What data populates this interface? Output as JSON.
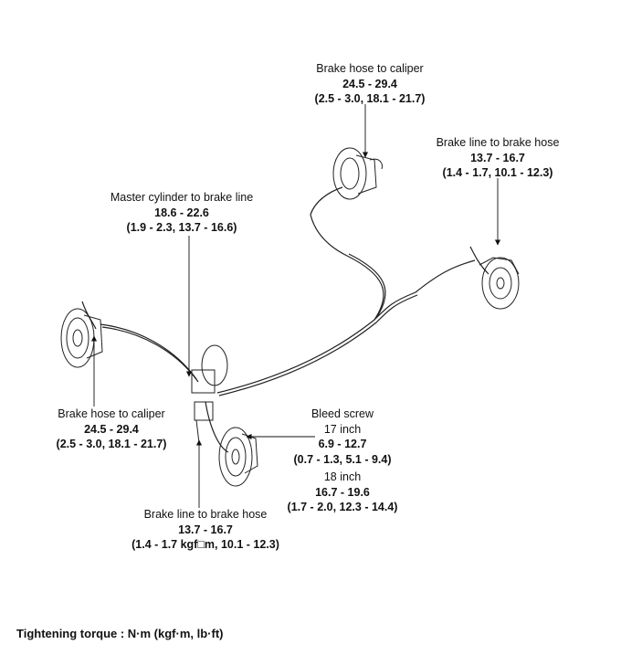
{
  "callouts": {
    "rear_caliper_top": {
      "title": "Brake hose to caliper",
      "nm": "24.5 - 29.4",
      "alt": "(2.5 - 3.0, 18.1 - 21.7)"
    },
    "rear_line_hose_right": {
      "title": "Brake line to brake hose",
      "nm": "13.7 - 16.7",
      "alt": "(1.4 - 1.7, 10.1 - 12.3)"
    },
    "master_cylinder": {
      "title": "Master cylinder to brake line",
      "nm": "18.6 - 22.6",
      "alt": "(1.9 - 2.3, 13.7 - 16.6)"
    },
    "front_caliper_left": {
      "title": "Brake hose to caliper",
      "nm": "24.5 - 29.4",
      "alt": "(2.5 - 3.0, 18.1 - 21.7)"
    },
    "bleed_screw": {
      "title": "Bleed screw",
      "size1": "17 inch",
      "nm1": "6.9 - 12.7",
      "alt1": "(0.7 - 1.3, 5.1 - 9.4)",
      "size2": "18 inch",
      "nm2": "16.7 - 19.6",
      "alt2": "(1.7 - 2.0, 12.3 - 14.4)"
    },
    "front_line_hose_bottom": {
      "title": "Brake line to brake hose",
      "nm": "13.7 - 16.7",
      "alt": "(1.4 - 1.7 kgf□m, 10.1 - 12.3)"
    }
  },
  "footer": "Tightening torque : N·m (kgf·m, lb·ft)"
}
